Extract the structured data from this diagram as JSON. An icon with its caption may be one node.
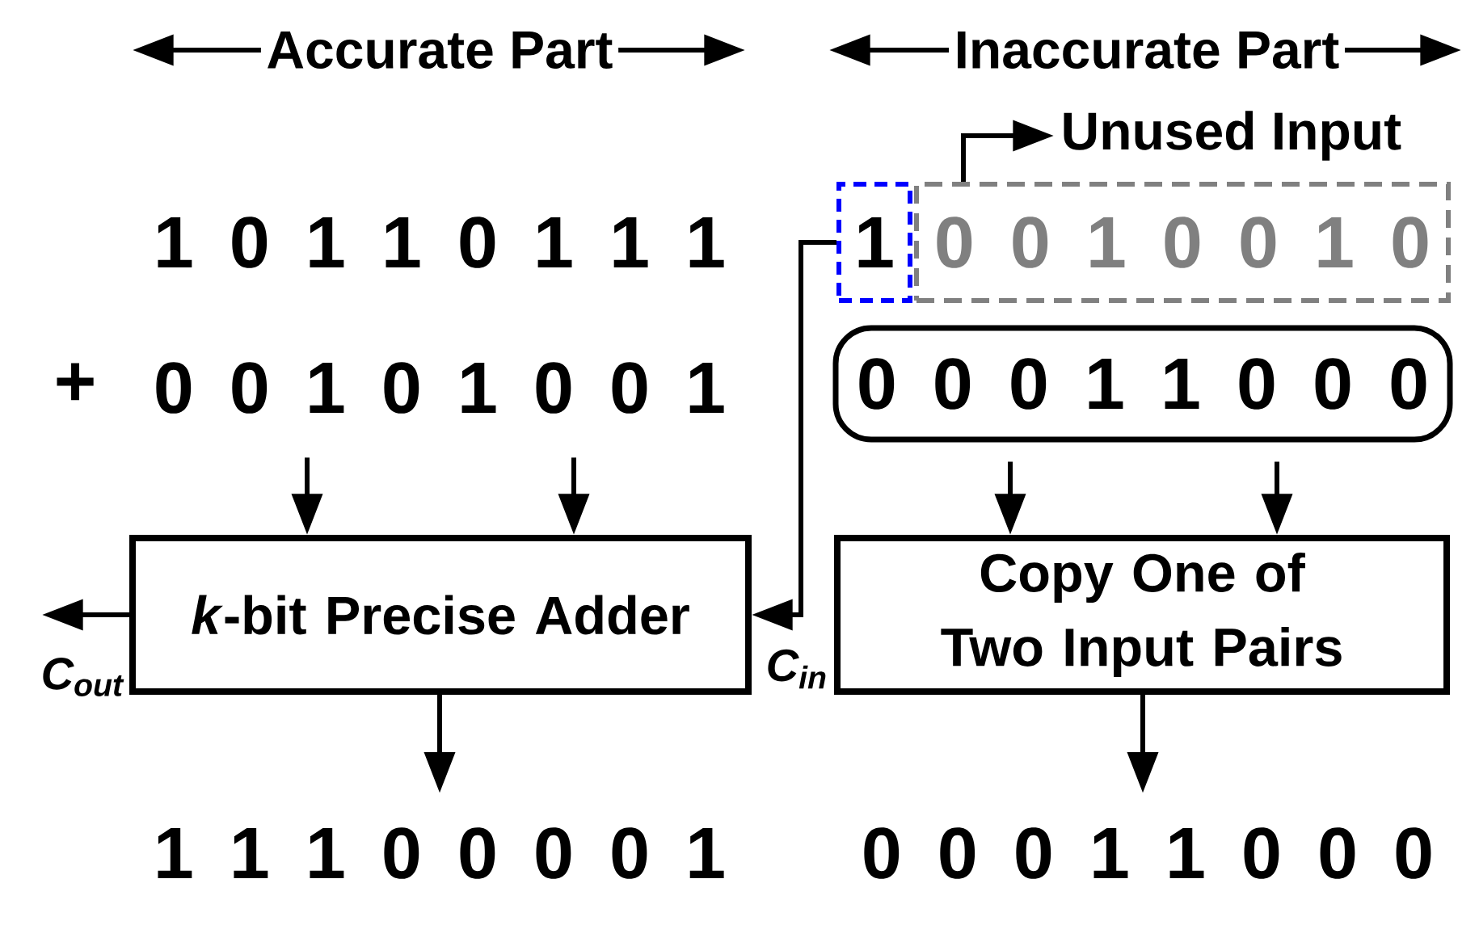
{
  "diagram": {
    "nodes": [
      {
        "text": [
          "Unused Input"
        ]
      },
      {
        "text": [
          "1 0 1 1 0 1 1 1"
        ]
      },
      {
        "text": [
          "1"
        ]
      },
      {
        "text": [
          "0 0 1 0 0 1 0"
        ]
      },
      {
        "text": [
          "0 0 1 0 1 0 0 1"
        ]
      },
      {
        "text": [
          "0 0 0 1 1 0 0 0"
        ]
      },
      {
        "text": [
          "*k*-bit Precise Adder"
        ]
      },
      {
        "text": [
          "Copy One of Two Input Pairs"
        ]
      },
      {
        "text": [
          "1 1 1 0 0 0 0 1"
        ]
      },
      {
        "text": [
          "0 0 0 1 1 0 0 0"
        ]
      }
    ],
    "edges": [
      {
        "from": 4,
        "to": 6,
        "arrow": "to"
      },
      {
        "from": 4,
        "to": 6,
        "arrow": "to"
      },
      {
        "from": 5,
        "to": 7,
        "arrow": "to"
      },
      {
        "from": 5,
        "to": 7,
        "arrow": "to"
      },
      {
        "from": 2,
        "to": 6,
        "arrow": "to",
        "label": "C$_{in}$"
      },
      {
        "from": 3,
        "to": 0,
        "arrow": "to"
      },
      {
        "from": 6,
        "to": null,
        "arrow": "to",
        "label": "C$_{out}$"
      },
      {
        "from": 6,
        "to": 8,
        "arrow": "to"
      },
      {
        "from": 7,
        "to": 9,
        "arrow": "to"
      }
    ],
    "labels": [
      "Accurate Part",
      "Inaccurate Part",
      "+"
    ]
  }
}
